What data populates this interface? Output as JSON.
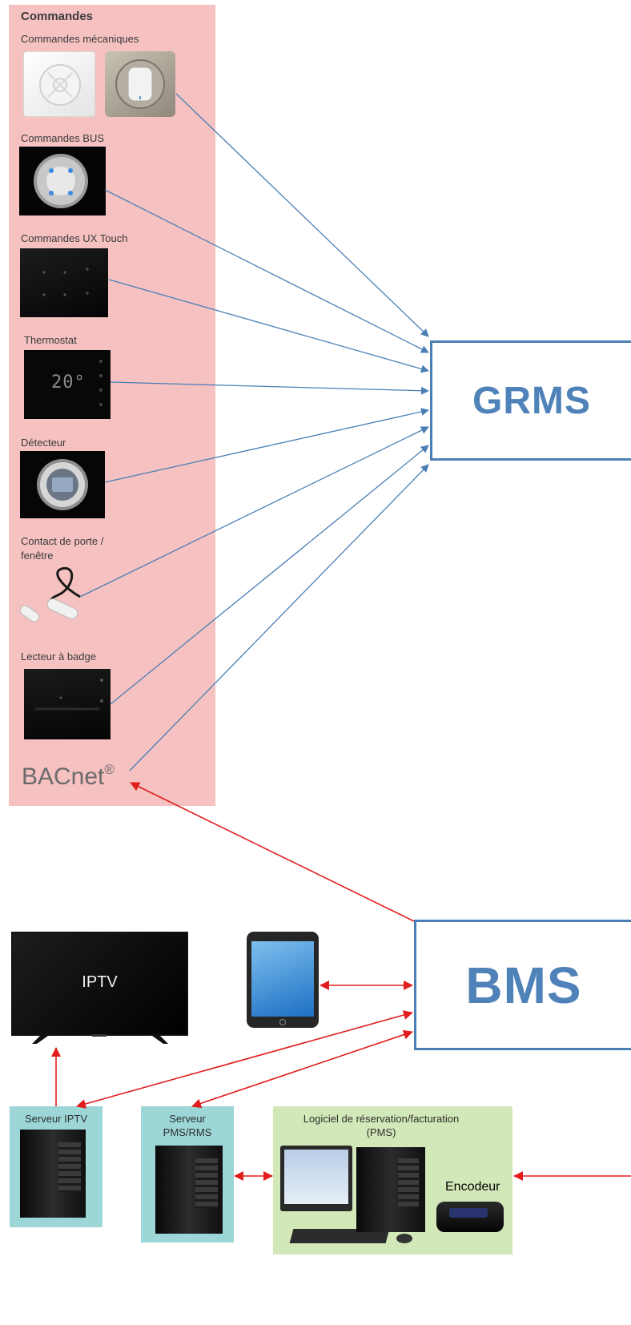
{
  "commandes": {
    "title": "Commandes",
    "mecaniques": "Commandes mécaniques",
    "bus": "Commandes BUS",
    "ux_touch": "Commandes UX Touch",
    "thermostat": "Thermostat",
    "thermostat_display": "20°",
    "detecteur": "Détecteur",
    "contact_line1": "Contact de porte /",
    "contact_line2": "fenêtre",
    "lecteur": "Lecteur à badge",
    "bacnet": "BACnet",
    "bacnet_mark": "®"
  },
  "grms": {
    "label": "GRMS"
  },
  "bms": {
    "label": "BMS"
  },
  "iptv": {
    "screen_label": "IPTV"
  },
  "serveur_iptv": {
    "label": "Serveur IPTV"
  },
  "serveur_pms": {
    "line1": "Serveur",
    "line2": "PMS/RMS"
  },
  "pms": {
    "line1": "Logiciel de réservation/facturation",
    "line2": "(PMS)",
    "encodeur": "Encodeur"
  },
  "colors": {
    "blue_arrow": "#4a7fb5",
    "red_arrow": "#e11d1d",
    "pink_panel": "#f6c1c1",
    "teal_panel": "#9cd6d6",
    "green_panel": "#d3e8b8"
  }
}
